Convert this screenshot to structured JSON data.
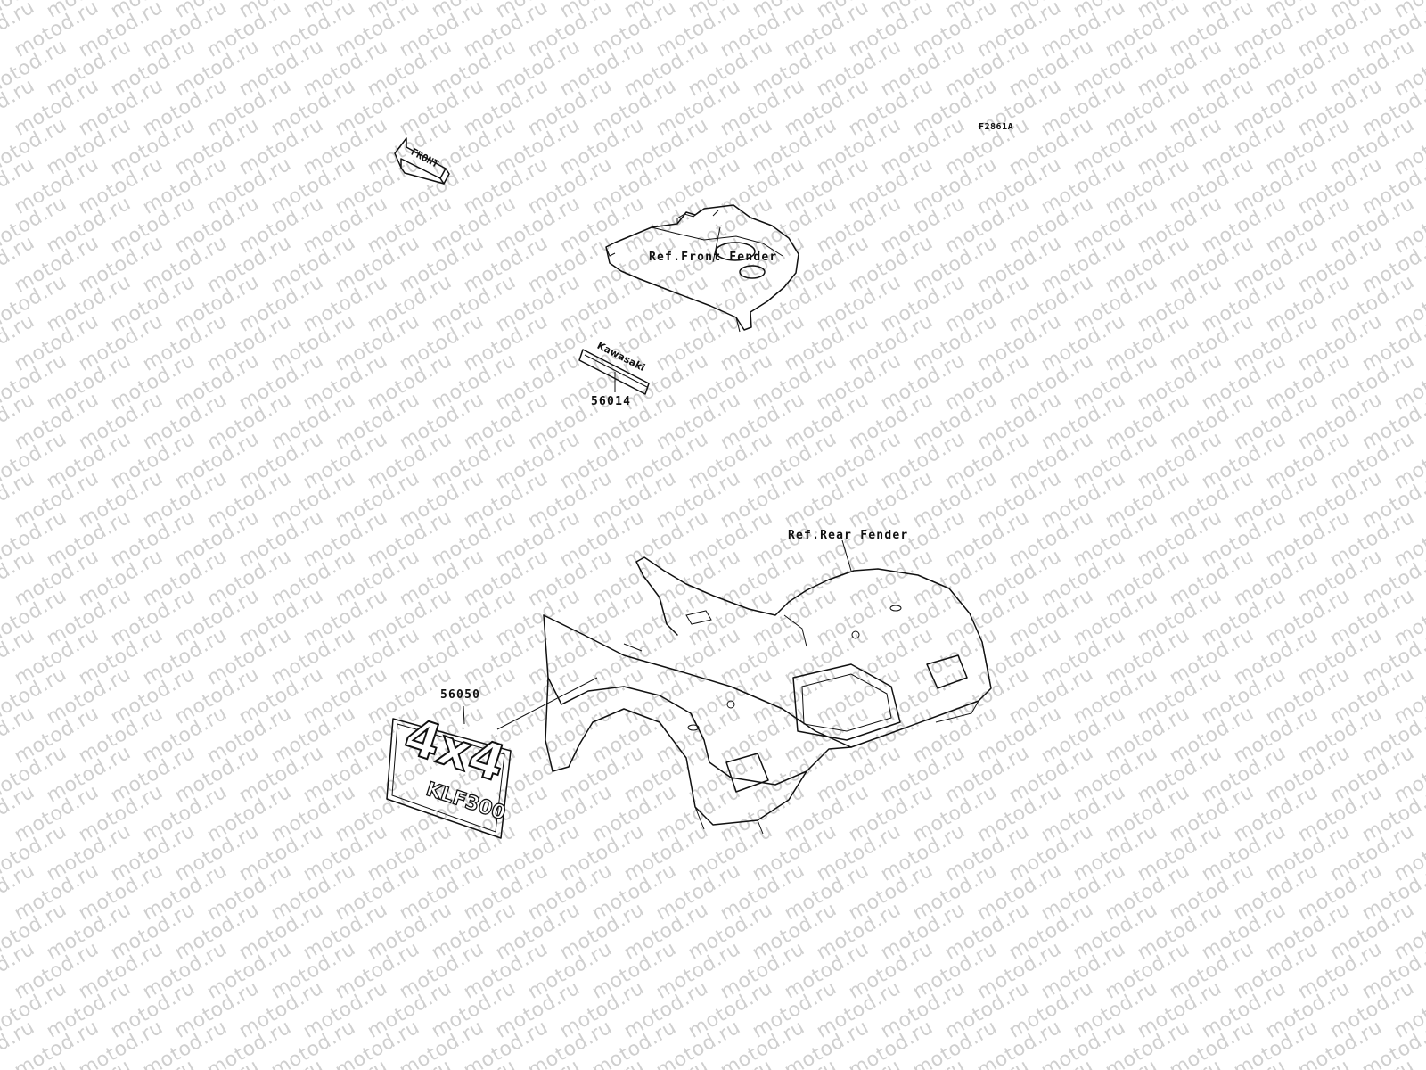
{
  "watermark": "motod.ru",
  "figure_code": "F2861A",
  "front_arrow_text": "FRONT",
  "front_fender_ref": "Ref.Front Fender",
  "rear_fender_ref": "Ref.Rear Fender",
  "parts": [
    {
      "number": "56014",
      "decal_text": "Kawasaki"
    },
    {
      "number": "56050",
      "decal_text": "4x4",
      "decal_subtext": "KLF300"
    }
  ]
}
